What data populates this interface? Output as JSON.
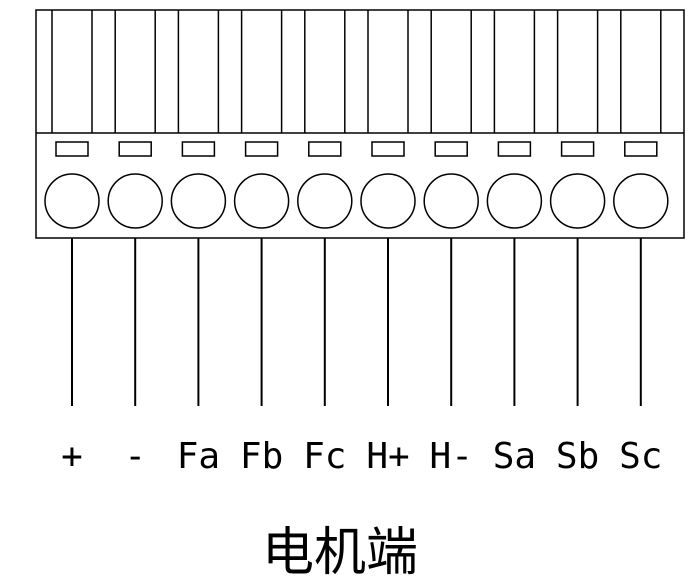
{
  "connector": {
    "pins": [
      "+",
      "-",
      "Fa",
      "Fb",
      "Fc",
      "H+",
      "H-",
      "Sa",
      "Sb",
      "Sc"
    ]
  },
  "caption": "电机端"
}
